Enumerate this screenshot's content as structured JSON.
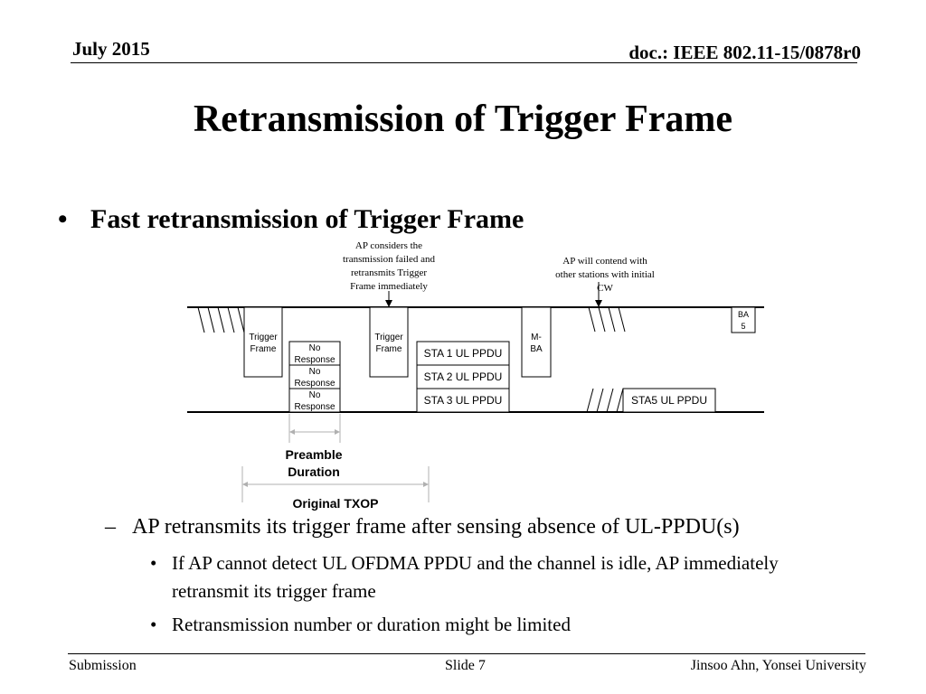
{
  "header": {
    "date": "July 2015",
    "doc_id": "doc.: IEEE 802.11-15/0878r0"
  },
  "slide_title": "Retransmission of Trigger Frame",
  "main_bullet": "Fast retransmission of Trigger Frame",
  "diagram": {
    "callout_left": [
      "AP considers the",
      "transmission failed and",
      "retransmits Trigger",
      "Frame immediately"
    ],
    "callout_right": [
      "AP will contend with",
      "other stations with initial",
      "CW"
    ],
    "trigger1": [
      "Trigger",
      "Frame"
    ],
    "no_response": [
      "No",
      "Response"
    ],
    "trigger2": [
      "Trigger",
      "Frame"
    ],
    "sta1": "STA 1 UL PPDU",
    "sta2": "STA 2 UL PPDU",
    "sta3": "STA 3 UL PPDU",
    "mba": [
      "M-",
      "BA"
    ],
    "ba5": [
      "BA",
      "5"
    ],
    "sta5": "STA5 UL PPDU",
    "preamble": [
      "Preamble",
      "Duration"
    ],
    "txop": "Original TXOP"
  },
  "sub_bullet": "AP retransmits its trigger frame after sensing absence of UL-PPDU(s)",
  "sub_sub_bullets": [
    "If AP cannot detect UL OFDMA PPDU and the channel is idle, AP immediately retransmit its trigger frame",
    "Retransmission number or duration might be limited"
  ],
  "footer": {
    "left": "Submission",
    "center": "Slide 7",
    "right": "Jinsoo Ahn, Yonsei University"
  }
}
